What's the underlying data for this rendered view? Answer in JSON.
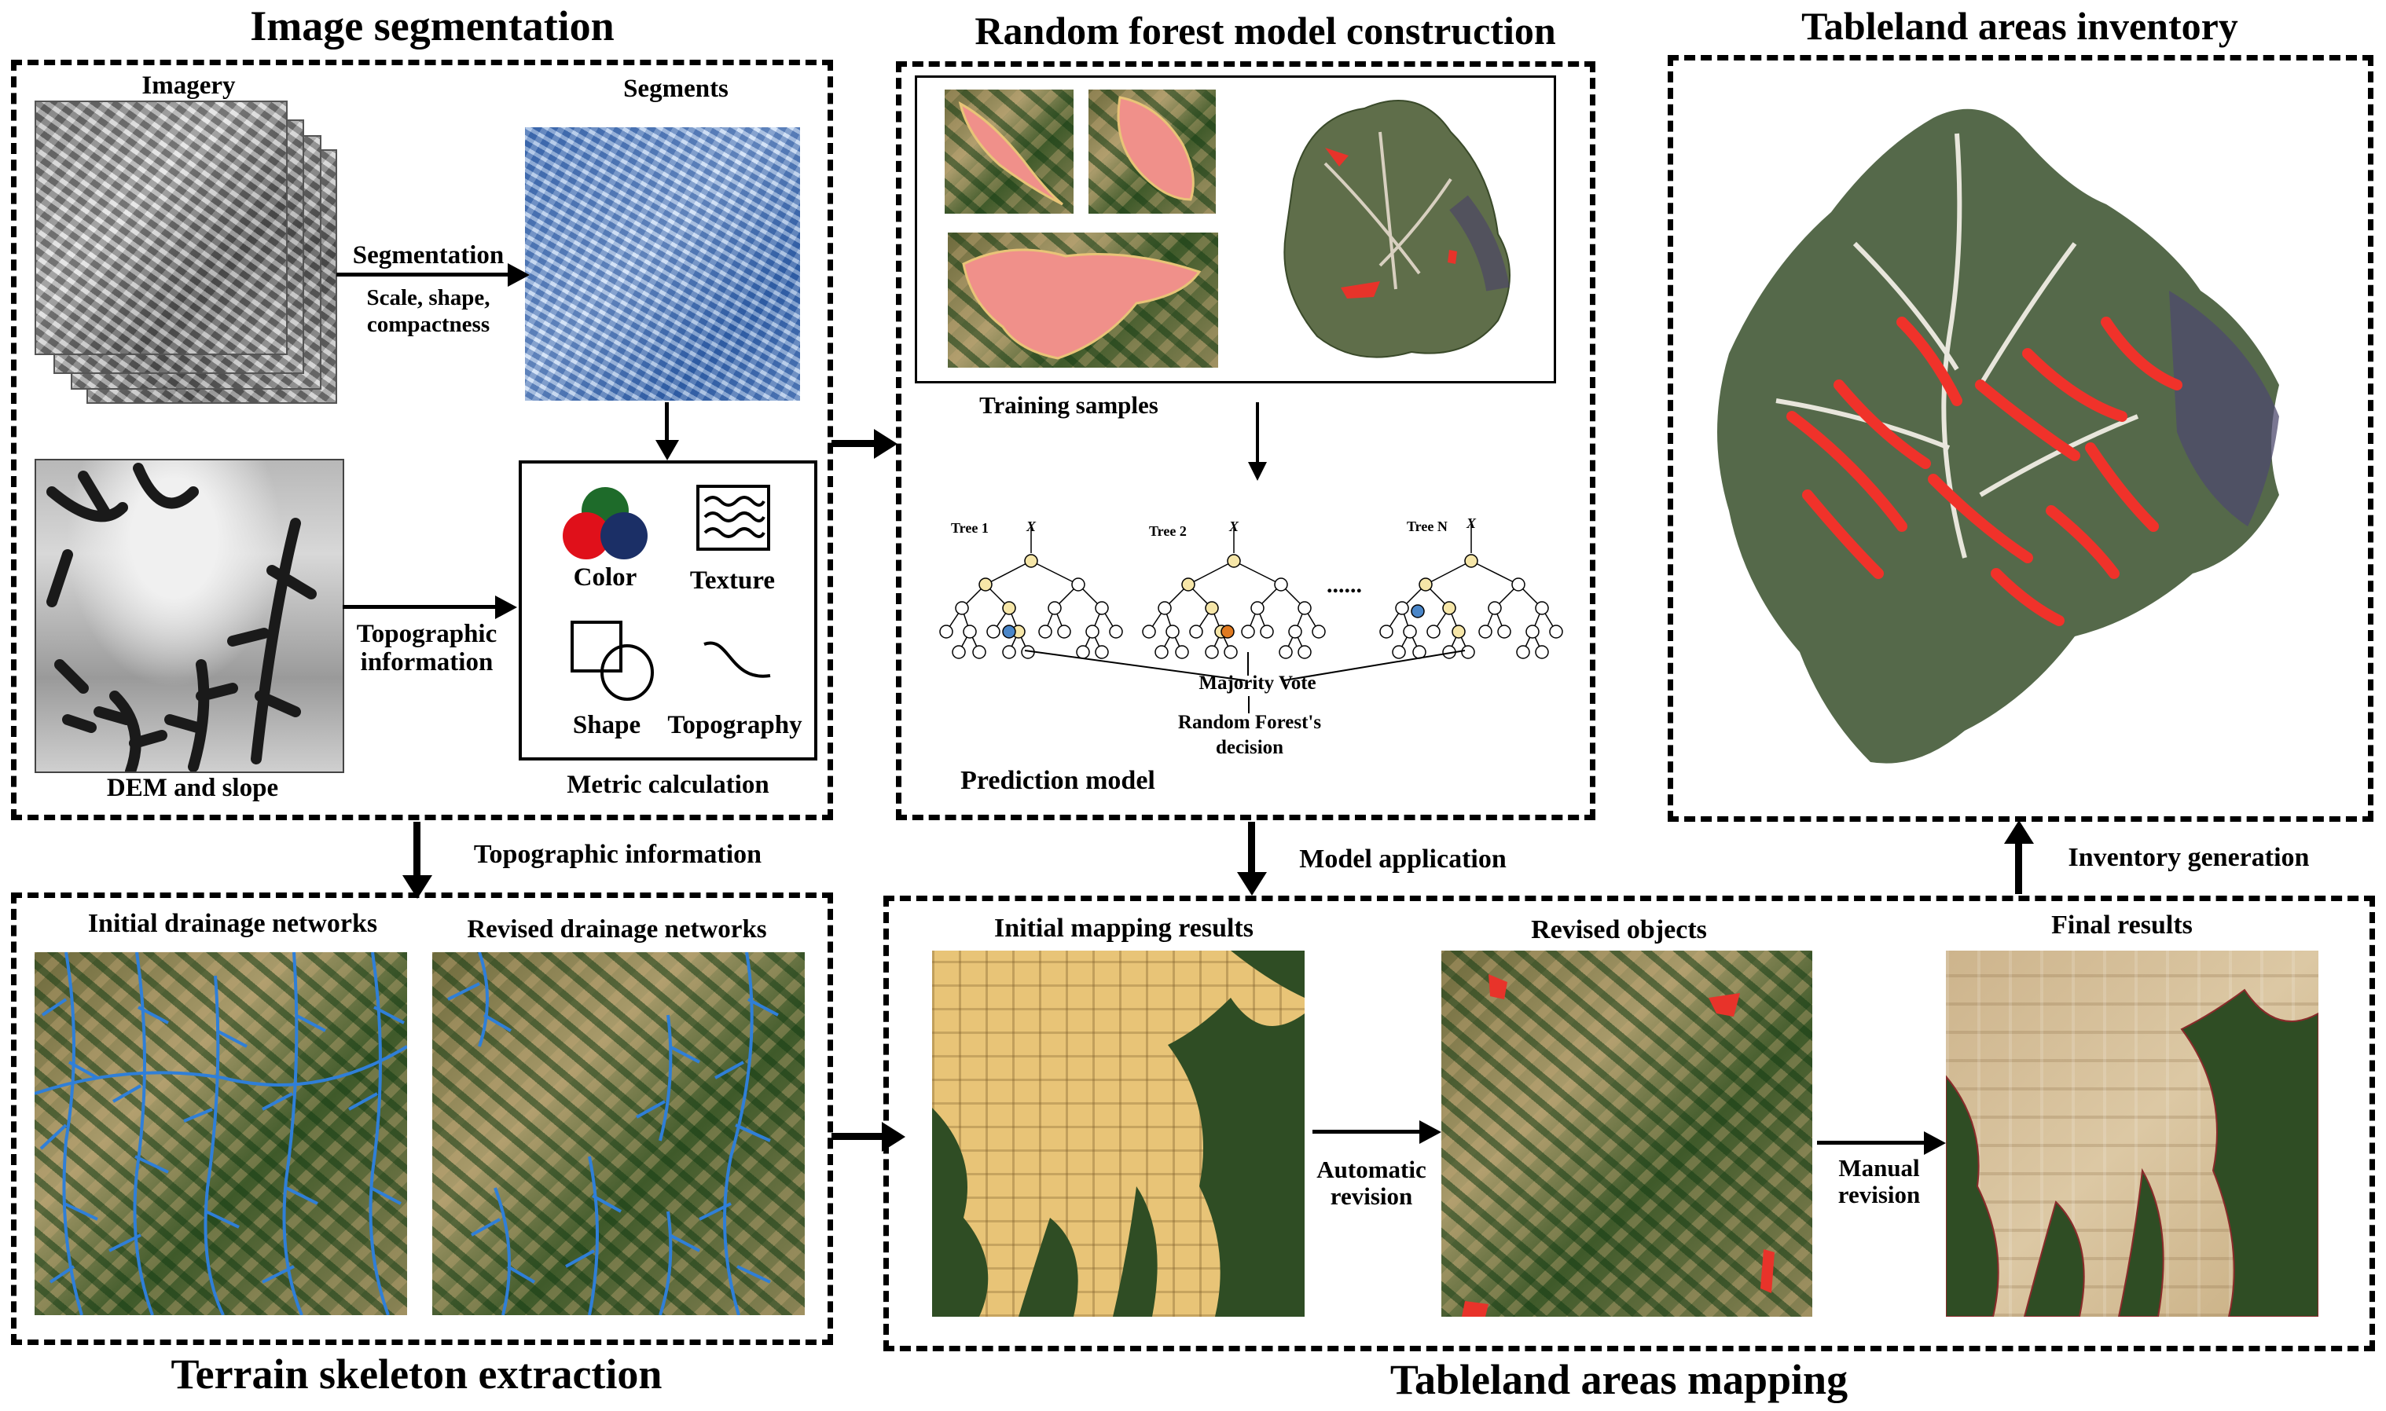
{
  "sections": {
    "image_segmentation": "Image segmentation",
    "random_forest": "Random forest model construction",
    "inventory": "Tableland areas inventory",
    "terrain": "Terrain  skeleton extraction",
    "mapping": "Tableland areas mapping"
  },
  "segmentation": {
    "imagery": "Imagery",
    "segments": "Segments",
    "segmentation_label": "Segmentation",
    "segmentation_params_1": "Scale, shape,",
    "segmentation_params_2": "compactness",
    "dem": "DEM and slope",
    "topo_1": "Topographic",
    "topo_2": "information",
    "metric_calc": "Metric calculation",
    "color": "Color",
    "texture": "Texture",
    "shape": "Shape",
    "topography": "Topography"
  },
  "random_forest": {
    "training_samples": "Training samples",
    "prediction_model": "Prediction model",
    "tree1": "Tree 1",
    "tree2": "Tree 2",
    "treeN": "Tree N",
    "x_label": "X",
    "ellipsis": "......",
    "majority_vote": "Majority Vote",
    "decision_1": "Random Forest's",
    "decision_2": "decision"
  },
  "flows": {
    "topographic_information": "Topographic information",
    "model_application": "Model application",
    "inventory_generation": "Inventory generation",
    "automatic_1": "Automatic",
    "automatic_2": "revision",
    "manual_1": "Manual",
    "manual_2": "revision"
  },
  "terrain": {
    "initial": "Initial drainage networks",
    "revised": "Revised drainage networks"
  },
  "mapping": {
    "initial": "Initial mapping results",
    "revised": "Revised objects",
    "final": "Final results"
  },
  "colors": {
    "drainage_blue": "#2f7fd8",
    "tableland_red": "#e8332a",
    "tableland_tan": "#e8c477",
    "forest_green": "#2f4d24",
    "color_red": "#e0101a",
    "color_green": "#1e6b2a",
    "color_navy": "#1b2f66"
  }
}
